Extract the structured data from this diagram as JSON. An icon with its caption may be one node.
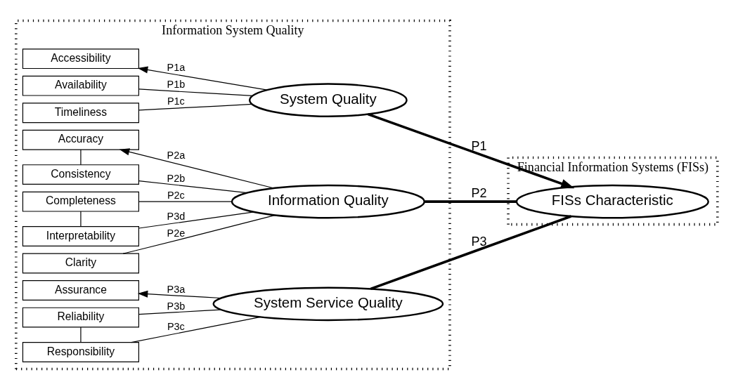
{
  "diagram": {
    "nodes": [
      {
        "text": [
          "Information System Quality"
        ]
      },
      {
        "text": [
          "Accessibility"
        ],
        "in": 0
      },
      {
        "text": [
          "Availability"
        ],
        "in": 0
      },
      {
        "text": [
          "Timeliness"
        ],
        "in": 0
      },
      {
        "text": [
          "System Quality"
        ],
        "in": 0
      },
      {
        "text": [
          "Accuracy"
        ],
        "in": 0
      },
      {
        "text": [
          "Consistency"
        ],
        "in": 0
      },
      {
        "text": [
          "Completeness"
        ],
        "in": 0
      },
      {
        "text": [
          "Interpretability"
        ],
        "in": 0
      },
      {
        "text": [
          "Clarity"
        ],
        "in": 0
      },
      {
        "text": [
          "Information Quality"
        ],
        "in": 0
      },
      {
        "text": [
          "Assurance"
        ],
        "in": 0
      },
      {
        "text": [
          "Reliability"
        ],
        "in": 0
      },
      {
        "text": [
          "Responsibility"
        ],
        "in": 0
      },
      {
        "text": [
          "System Service Quality"
        ],
        "in": 0
      },
      {
        "text": [
          "Financial Information Systems (FISs)"
        ]
      },
      {
        "text": [
          "FISs Characteristic"
        ],
        "in": 15
      }
    ],
    "edges": [
      {
        "from": 4,
        "to": 1,
        "arrow": "to",
        "label": "P1a"
      },
      {
        "from": 4,
        "to": 2,
        "arrow": "none",
        "label": "P1b"
      },
      {
        "from": 4,
        "to": 3,
        "arrow": "none",
        "label": "P1c"
      },
      {
        "from": 10,
        "to": 5,
        "arrow": "to",
        "label": "P2a"
      },
      {
        "from": 10,
        "to": 6,
        "arrow": "none",
        "label": "P2b"
      },
      {
        "from": 10,
        "to": 7,
        "arrow": "none",
        "label": "P2c"
      },
      {
        "from": 10,
        "to": 8,
        "arrow": "none",
        "label": "P3d"
      },
      {
        "from": 10,
        "to": 9,
        "arrow": "none",
        "label": "P2e"
      },
      {
        "from": 14,
        "to": 11,
        "arrow": "to",
        "label": "P3a"
      },
      {
        "from": 14,
        "to": 12,
        "arrow": "none",
        "label": "P3b"
      },
      {
        "from": 14,
        "to": 13,
        "arrow": "none",
        "label": "P3c"
      },
      {
        "from": 5,
        "to": 6,
        "arrow": "none"
      },
      {
        "from": 7,
        "to": 8,
        "arrow": "none"
      },
      {
        "from": 12,
        "to": 13,
        "arrow": "none"
      },
      {
        "from": 4,
        "to": 16,
        "arrow": "to",
        "label": "P1",
        "style": "thick"
      },
      {
        "from": 10,
        "to": 16,
        "arrow": "none",
        "label": "P2",
        "style": "thick"
      },
      {
        "from": 14,
        "to": 16,
        "arrow": "none",
        "label": "P3",
        "style": "thick"
      }
    ]
  }
}
